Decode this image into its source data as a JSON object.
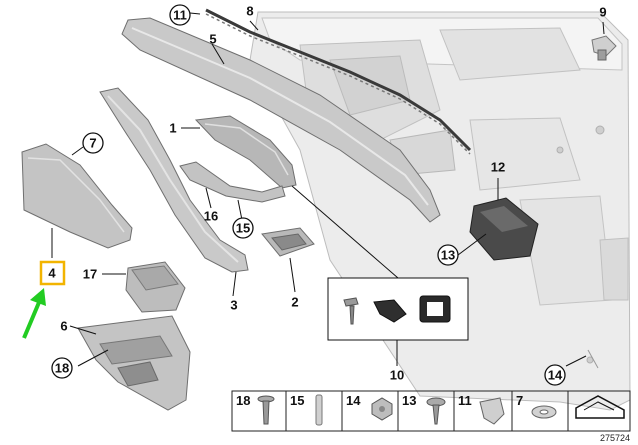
{
  "callouts": {
    "c1": "1",
    "c2": "2",
    "c3": "3",
    "c4": "4",
    "c5": "5",
    "c6": "6",
    "c7": "7",
    "c8": "8",
    "c9": "9",
    "c10": "10",
    "c11": "11",
    "c12": "12",
    "c13": "13",
    "c14": "14",
    "c15": "15",
    "c16": "16",
    "c17": "17",
    "c18": "18"
  },
  "legend_strip": [
    "18",
    "15",
    "14",
    "13",
    "11",
    "7"
  ],
  "catalog_number": "275724",
  "colors": {
    "part_fill": "#c9c9c9",
    "part_dark": "#9a9a9a",
    "door_fill": "#ececec",
    "highlight_box": "#f2b400",
    "arrow": "#22cc22"
  }
}
